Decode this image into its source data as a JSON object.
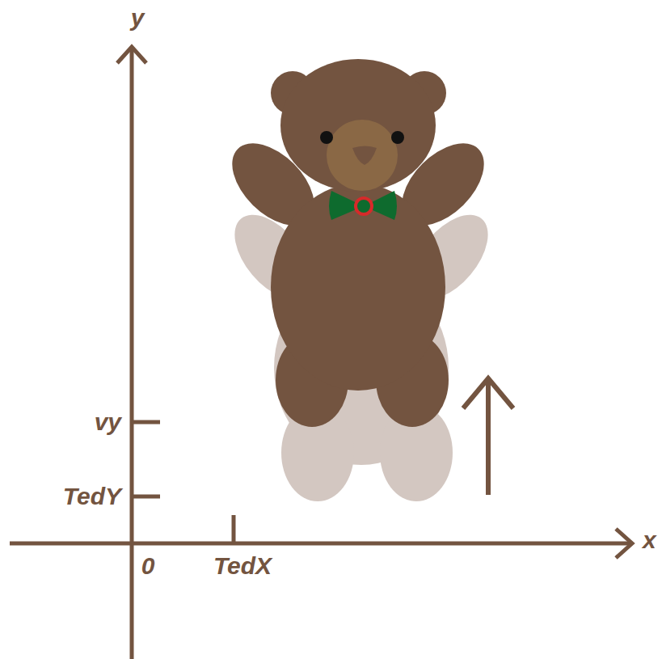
{
  "diagram": {
    "labels": [
      "y",
      "vy",
      "TedY",
      "0",
      "TedX",
      "x"
    ]
  }
}
